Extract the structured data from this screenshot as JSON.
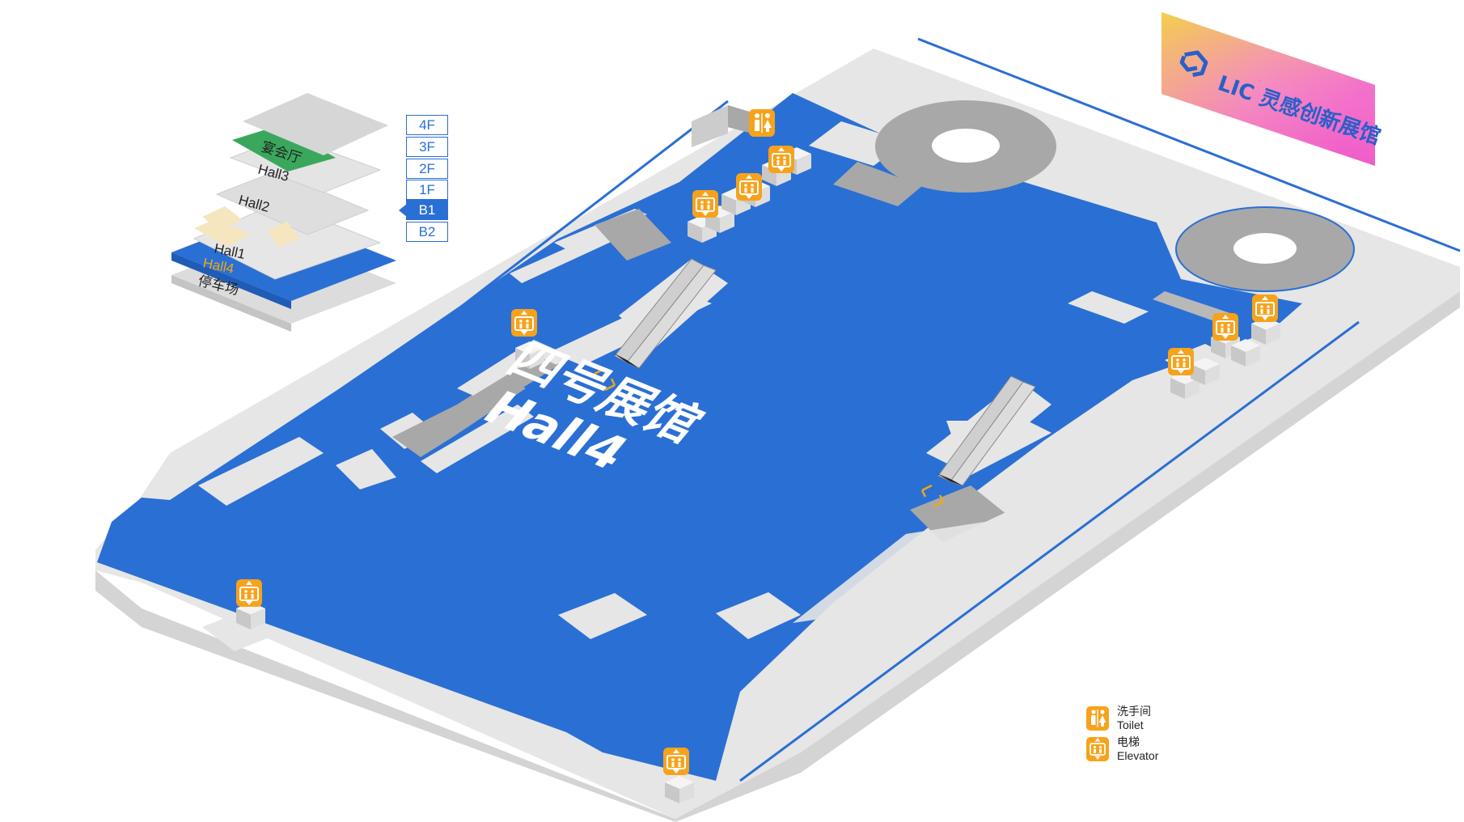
{
  "brand": {
    "logo_text": "LIC 灵感创新展馆"
  },
  "hall": {
    "name_cn": "四号展馆",
    "name_en": "Hall4"
  },
  "floor_selector": {
    "floors": [
      "4F",
      "3F",
      "2F",
      "1F",
      "B1",
      "B2"
    ],
    "active": "B1"
  },
  "floor_stack": {
    "labels": {
      "banquet": "宴会厅",
      "hall3": "Hall3",
      "hall2": "Hall2",
      "hall1": "Hall1",
      "hall4": "Hall4",
      "parking": "停车场"
    }
  },
  "legend": {
    "toilet_cn": "洗手间",
    "toilet_en": "Toilet",
    "elevator_cn": "电梯",
    "elevator_en": "Elevator"
  },
  "colors": {
    "hall_blue": "#2a6fd4",
    "platform_grey": "#e6e6e6",
    "block_grey": "#a8a8a8",
    "icon_orange": "#f7a21b",
    "banquet_green": "#3aa85c",
    "hall4_label": "#f0a814"
  },
  "icons": {
    "toilet": "toilet-icon",
    "elevator": "elevator-icon",
    "escalator": "escalator-icon",
    "brand_logo": "lic-logo-icon"
  }
}
